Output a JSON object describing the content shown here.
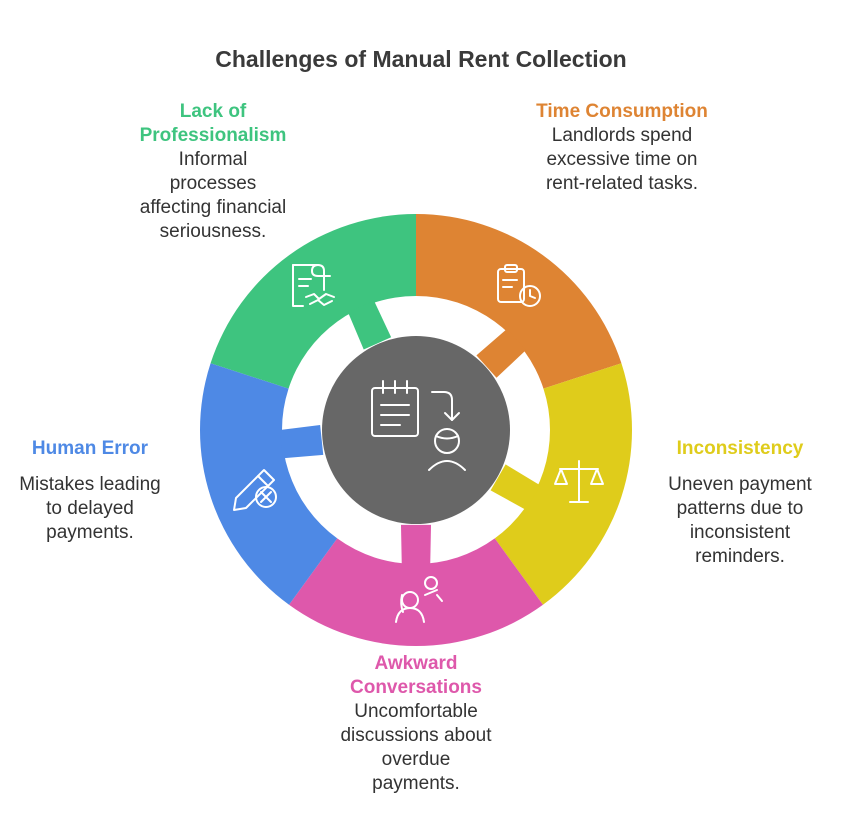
{
  "title": "Challenges of Manual Rent Collection",
  "colors": {
    "green": "#3ec47f",
    "orange": "#de8433",
    "yellow": "#dfcc1b",
    "pink": "#de58ab",
    "blue": "#4e89e5",
    "center": "#676767",
    "icon_stroke": "#ffffff"
  },
  "center": {
    "icon": "checklist-handoff-person-icon"
  },
  "segments": [
    {
      "key": "professionalism",
      "heading": "Lack of\nProfessionalism",
      "body": "Informal\nprocesses\naffecting financial\nseriousness.",
      "color": "#3ec47f",
      "icon": "contract-handshake-icon"
    },
    {
      "key": "time",
      "heading": "Time\nConsumption",
      "body": "Landlords spend\nexcessive time on\nrent-related tasks.",
      "color": "#de8433",
      "icon": "clipboard-clock-icon"
    },
    {
      "key": "inconsistency",
      "heading": "Inconsistency",
      "body": "Uneven payment\npatterns due to\ninconsistent\nreminders.",
      "color": "#dfcc1b",
      "icon": "balance-scale-icon"
    },
    {
      "key": "awkward",
      "heading": "Awkward\nConversations",
      "body": "Uncomfortable\ndiscussions about\noverdue\npayments.",
      "color": "#de58ab",
      "icon": "two-people-talking-icon"
    },
    {
      "key": "human_error",
      "heading": "Human Error",
      "body": "Mistakes leading\nto delayed\npayments.",
      "color": "#4e89e5",
      "icon": "pencil-error-icon"
    }
  ]
}
